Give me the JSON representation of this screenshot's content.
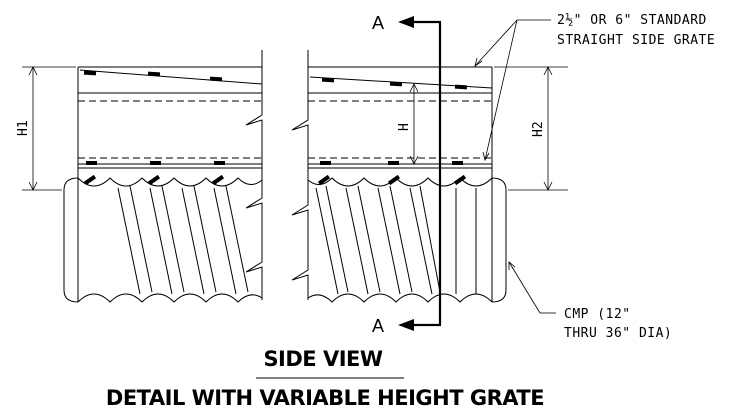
{
  "labels": {
    "grate_note_line1": "2½\" OR 6\" STANDARD",
    "grate_note_line2": "STRAIGHT SIDE GRATE",
    "cmp_note_line1": "CMP (12\"",
    "cmp_note_line2": "THRU 36\" DIA)",
    "section_top": "A",
    "section_bottom": "A",
    "dim_h1": "H1",
    "dim_h": "H",
    "dim_h2": "H2"
  },
  "title": {
    "line1": "SIDE VIEW",
    "line2": "DETAIL WITH VARIABLE HEIGHT GRATE"
  }
}
